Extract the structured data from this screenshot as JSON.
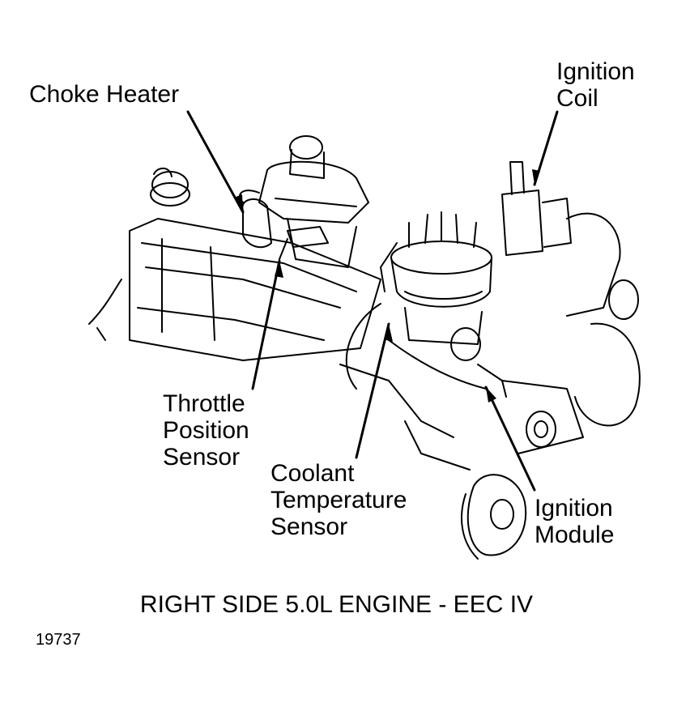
{
  "labels": {
    "choke_heater": [
      "Choke Heater"
    ],
    "ignition_coil": [
      "Ignition",
      "Coil"
    ],
    "throttle_position_sensor": [
      "Throttle",
      "Position",
      "Sensor"
    ],
    "coolant_temperature_sensor": [
      "Coolant",
      "Temperature",
      "Sensor"
    ],
    "ignition_module": [
      "Ignition",
      "Module"
    ]
  },
  "caption": "RIGHT SIDE 5.0L ENGINE - EEC IV",
  "figure_number": "19737",
  "colors": {
    "ink": "#000000",
    "paper": "#ffffff"
  }
}
